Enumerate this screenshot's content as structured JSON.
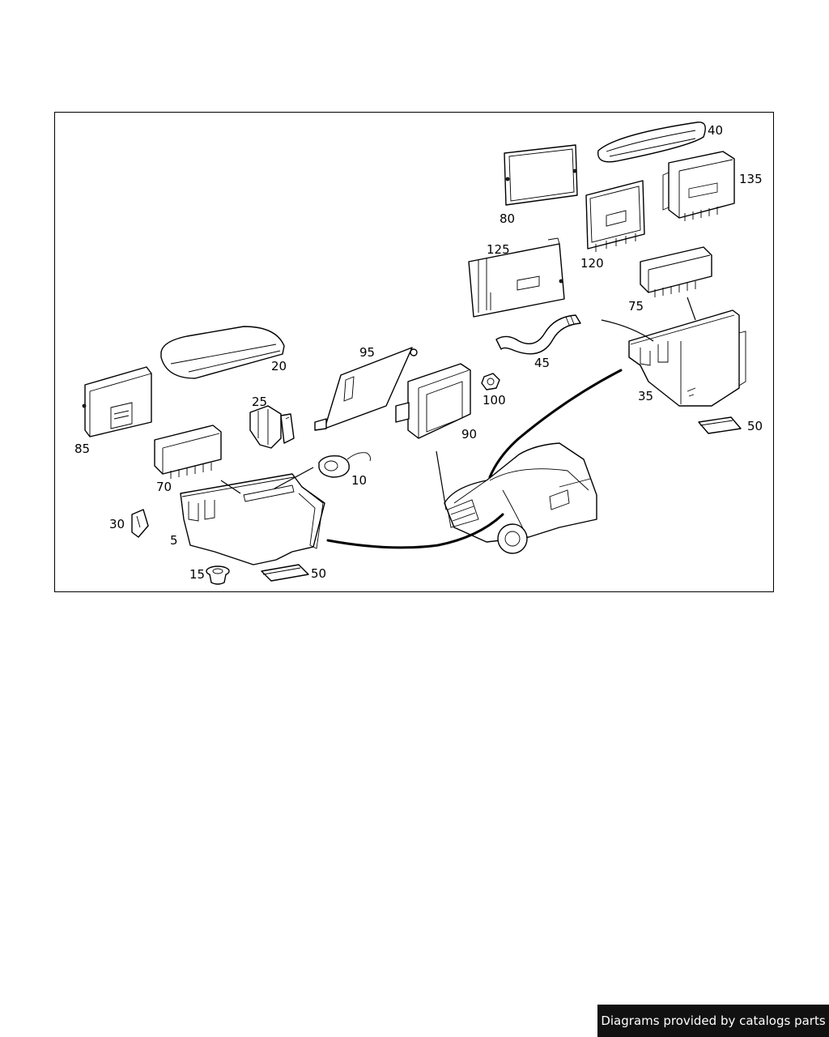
{
  "diagram": {
    "part_labels": {
      "p5": "5",
      "p10": "10",
      "p15": "15",
      "p20": "20",
      "p25": "25",
      "p30": "30",
      "p35": "35",
      "p40": "40",
      "p45": "45",
      "p50a": "50",
      "p50b": "50",
      "p70": "70",
      "p75": "75",
      "p80": "80",
      "p85": "85",
      "p90": "90",
      "p95": "95",
      "p100": "100",
      "p120": "120",
      "p125": "125",
      "p135": "135"
    }
  },
  "credit": {
    "text": "Diagrams provided by catalogs parts"
  }
}
